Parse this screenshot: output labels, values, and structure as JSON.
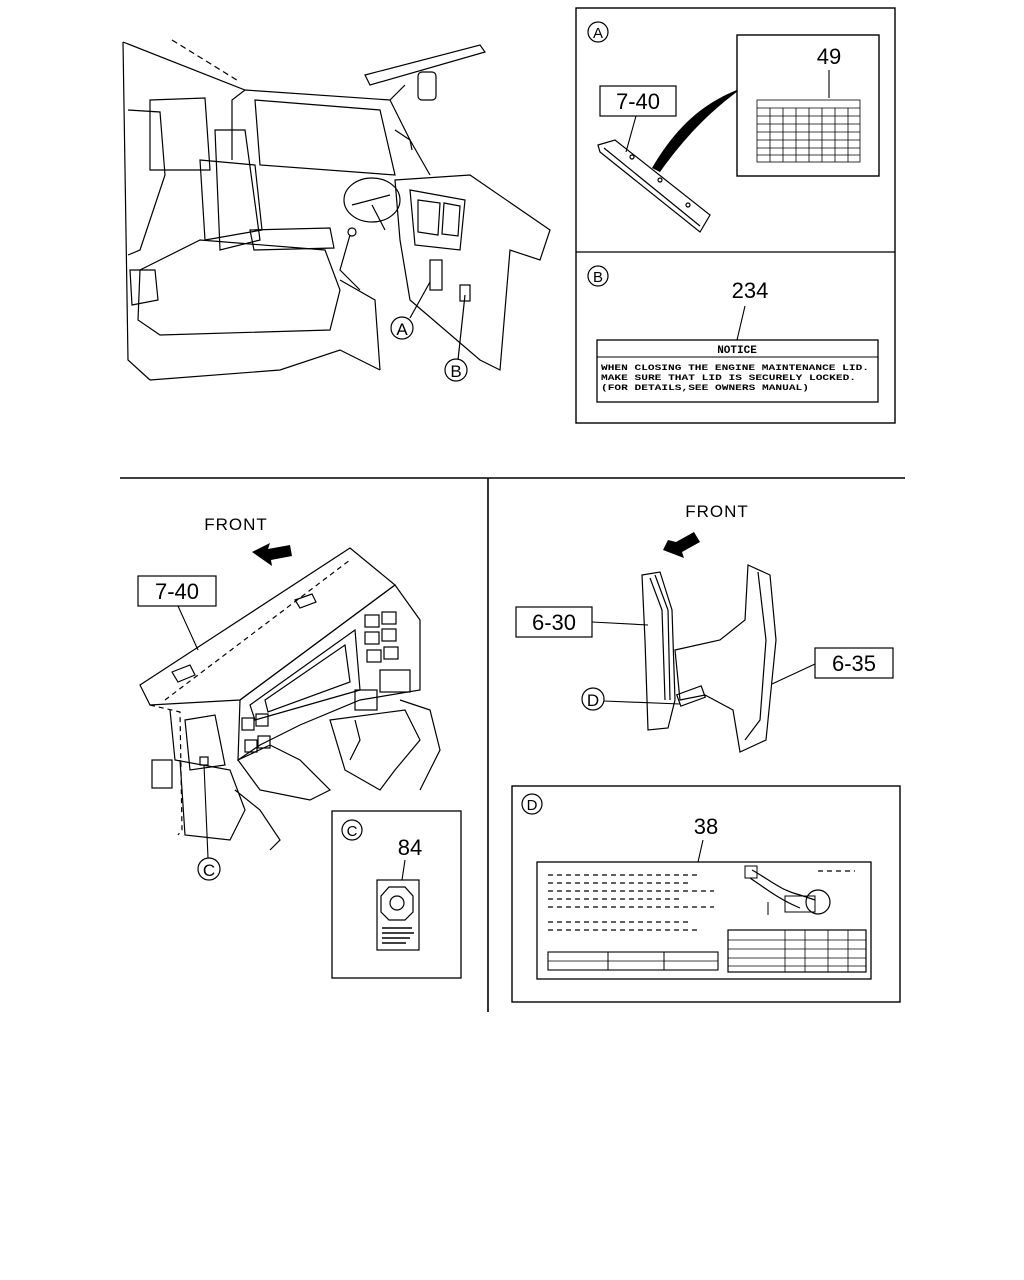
{
  "callouts": {
    "A": "A",
    "B": "B",
    "C": "C",
    "D": "D"
  },
  "parts": {
    "p7_40": "7-40",
    "p49": "49",
    "p234": "234",
    "p6_30": "6-30",
    "p6_35": "6-35",
    "p84": "84",
    "p38": "38"
  },
  "directions": {
    "front_left": "FRONT",
    "front_right": "FRONT"
  },
  "notice_label": {
    "heading": "NOTICE",
    "line1": "WHEN CLOSING THE ENGINE MAINTENANCE LID.",
    "line2": "MAKE SURE THAT LID IS SECURELY LOCKED.",
    "line3": "(FOR DETAILS,SEE OWNERS MANUAL)"
  }
}
